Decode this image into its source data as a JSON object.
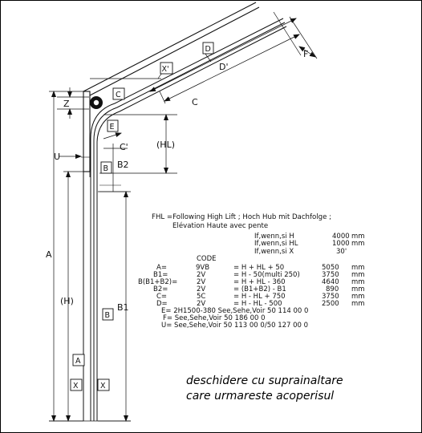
{
  "dimensions": {
    "D": "D",
    "D_prime": "D'",
    "F": "F",
    "X_prime": "X'",
    "C": "C",
    "C_prime": "C'",
    "Z": "Z",
    "E": "E",
    "U": "U",
    "HL": "(HL)",
    "B": "B",
    "B2": "B2",
    "A": "A",
    "H": "(H)",
    "B1": "B1",
    "X": "X"
  },
  "notes": {
    "fhl_line1": "FHL =Following High Lift ; Hoch Hub mit Dachfolge ;",
    "fhl_line2": "Elévation Haute avec pente",
    "conditions": [
      {
        "label": "If,wenn,si  H",
        "value": "4000",
        "unit": "mm"
      },
      {
        "label": "If,wenn,si  HL",
        "value": "1000",
        "unit": "mm"
      },
      {
        "label": "If,wenn,si  X",
        "value": "30'",
        "unit": ""
      }
    ],
    "code_header": "CODE",
    "rows": [
      {
        "name": "A=",
        "code": "9VB",
        "formula": "= H + HL + 50",
        "value": "5050",
        "unit": "mm"
      },
      {
        "name": "B1=",
        "code": "2V",
        "formula": "= H - 50(multi 250)",
        "value": "3750",
        "unit": "mm"
      },
      {
        "name": "B(B1+B2)=",
        "code": "2V",
        "formula": "= H + HL - 360",
        "value": "4640",
        "unit": "mm"
      },
      {
        "name": "B2=",
        "code": "2V",
        "formula": "= (B1+B2) - B1",
        "value": "890",
        "unit": "mm"
      },
      {
        "name": "C=",
        "code": "5C",
        "formula": "= H - HL + 750",
        "value": "3750",
        "unit": "mm"
      },
      {
        "name": "D=",
        "code": "2V",
        "formula": "= H - HL - 500",
        "value": "2500",
        "unit": "mm"
      }
    ],
    "extra": [
      "E= 2H1500-380  See,Sehe,Voir 50 114 00 0",
      "F= See,Sehe,Voir 50 186 00 0",
      "U= See,Sehe,Voir 50 113 00 0/50 127 00 0"
    ]
  },
  "caption": {
    "line1": "deschidere cu suprainaltare",
    "line2": "care urmareste acoperisul"
  }
}
